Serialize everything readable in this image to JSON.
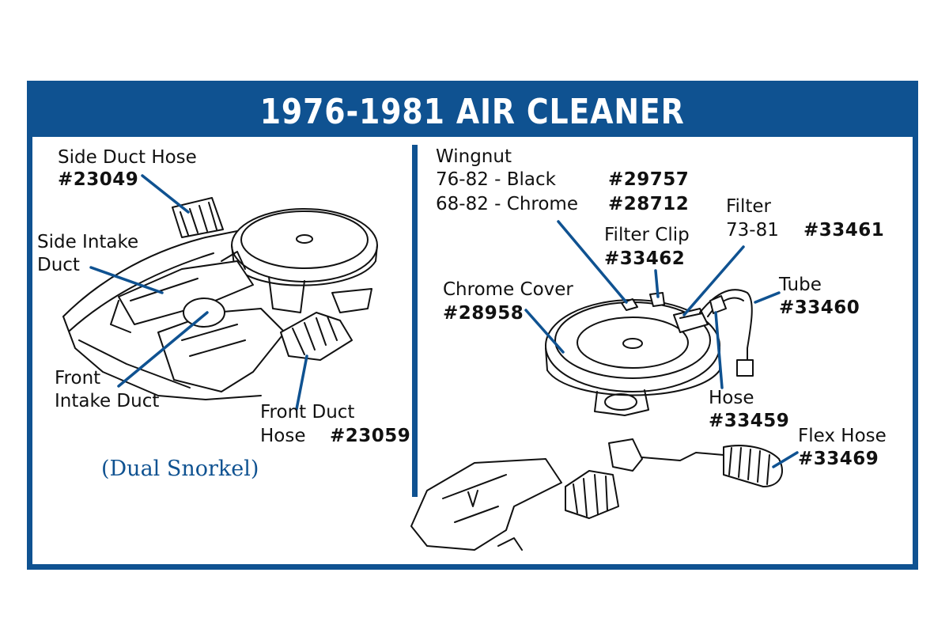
{
  "title": "1976-1981 AIR CLEANER",
  "colors": {
    "brand_blue": "#0f5291",
    "ink": "#111111",
    "background": "#ffffff"
  },
  "left_panel": {
    "side_duct_hose": {
      "label": "Side Duct Hose",
      "part": "#23049"
    },
    "side_intake_duct": {
      "label_line1": "Side Intake",
      "label_line2": "Duct"
    },
    "front_intake_duct": {
      "label_line1": "Front",
      "label_line2": "Intake Duct"
    },
    "front_duct_hose": {
      "label_line1": "Front Duct",
      "label_line2": "Hose",
      "part": "#23059"
    },
    "caption": "(Dual Snorkel)"
  },
  "right_panel": {
    "wingnut": {
      "label": "Wingnut",
      "variant1": "76-82 - Black",
      "part1": "#29757",
      "variant2": "68-82 - Chrome",
      "part2": "#28712"
    },
    "filter_clip": {
      "label": "Filter Clip",
      "part": "#33462"
    },
    "filter": {
      "label": "Filter",
      "years": "73-81",
      "part": "#33461"
    },
    "tube": {
      "label": "Tube",
      "part": "#33460"
    },
    "chrome_cover": {
      "label": "Chrome Cover",
      "part": "#28958"
    },
    "hose": {
      "label": "Hose",
      "part": "#33459"
    },
    "flex_hose": {
      "label": "Flex Hose",
      "part": "#33469"
    }
  }
}
